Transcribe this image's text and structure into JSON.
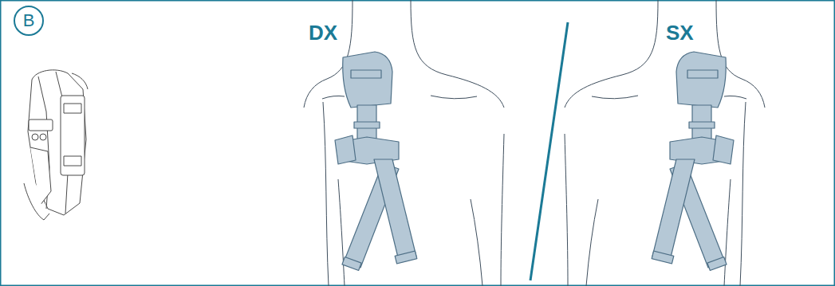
{
  "diagram": {
    "nodes": [
      {
        "text": [
          "B"
        ]
      }
    ],
    "labels": [
      "DX",
      "SX"
    ]
  }
}
